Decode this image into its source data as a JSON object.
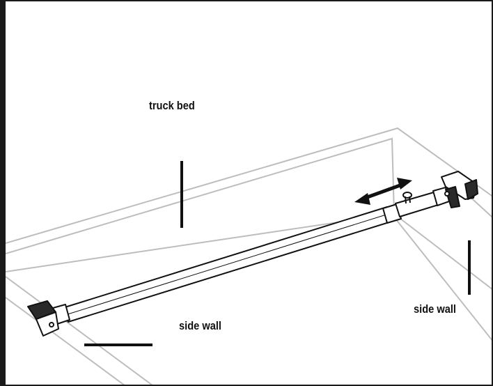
{
  "labels": {
    "truck_bed": "truck bed",
    "side_wall_left": "side wall",
    "side_wall_right": "side wall"
  },
  "colors": {
    "frame": "#1a1a1a",
    "bed_outline": "#bdbdbd",
    "ink": "#111111",
    "bar_fill": "#ffffff"
  },
  "arrow": {
    "meaning": "adjustable length",
    "direction": "bidirectional"
  }
}
